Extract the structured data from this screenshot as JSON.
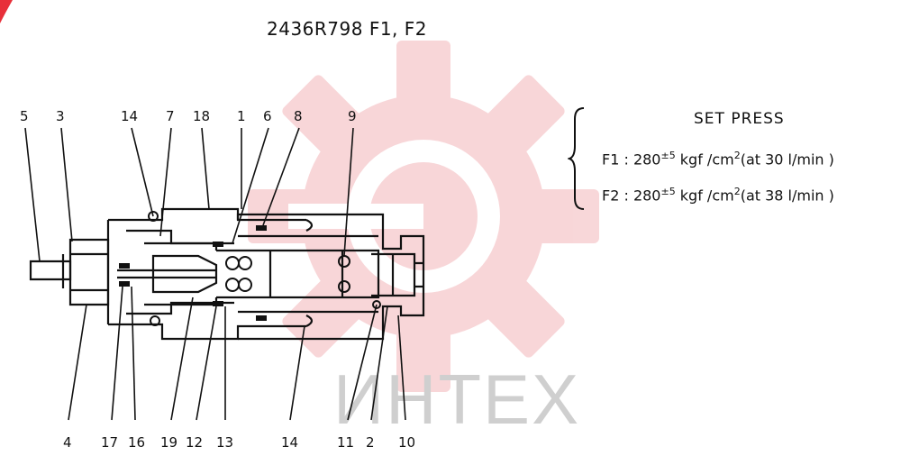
{
  "diagram": {
    "title": "2436R798 F1, F2",
    "spec_heading": "SET PRESS",
    "spec_lines": [
      {
        "prefix": "F1 : 280",
        "pm": "±5",
        "unit": " kgf /cm",
        "exp": "2",
        "suffix": "(at 30 l/min )"
      },
      {
        "prefix": "F2 : 280",
        "pm": "±5",
        "unit": " kgf /cm",
        "exp": "2",
        "suffix": "(at 38 l/min )"
      }
    ],
    "callouts_top": [
      "5",
      "3",
      "14",
      "7",
      "18",
      "1",
      "6",
      "8",
      "9"
    ],
    "callouts_bottom": [
      "4",
      "17",
      "16",
      "19",
      "12",
      "13",
      "14",
      "11",
      "2",
      "10"
    ],
    "watermark_text": "ИНТЕХ",
    "accent_color": "#e8303a"
  }
}
